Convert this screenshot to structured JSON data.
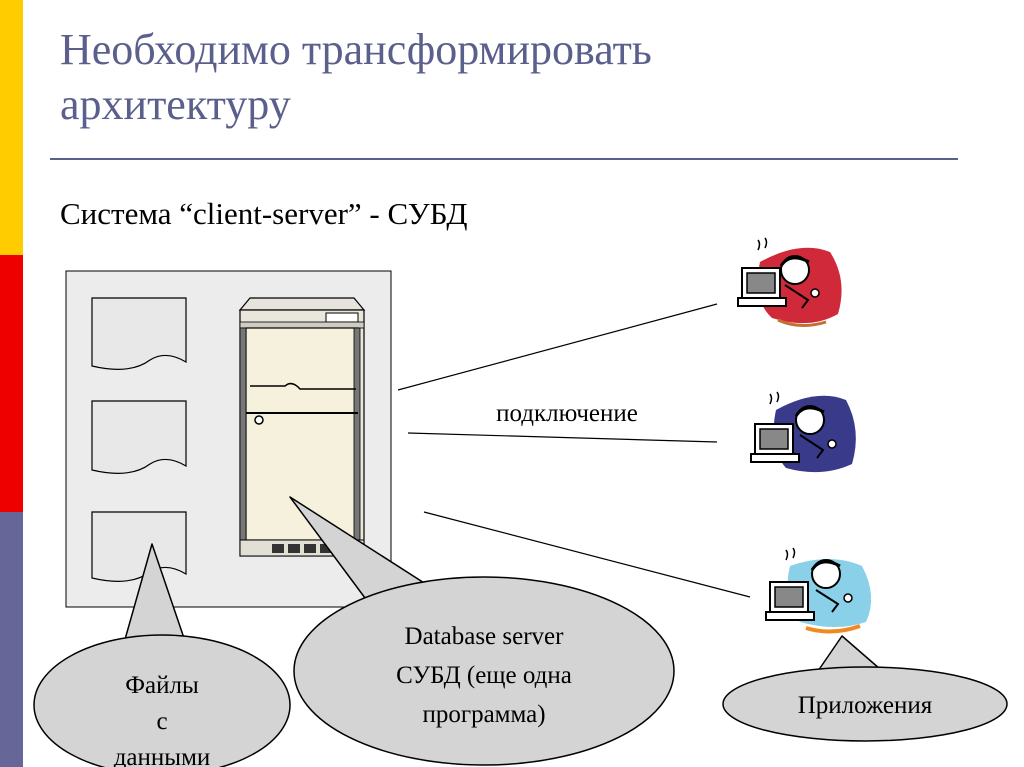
{
  "slide": {
    "title_line1": "Необходимо трансформировать",
    "title_line2": "архитектуру",
    "subtitle": "Система “client-server” - СУБД",
    "colors": {
      "title": "#5b5f8c",
      "bar_yellow": "#ffcc00",
      "bar_red": "#ee0000",
      "bar_blue": "#666699",
      "panel": "#ececec",
      "callout": "#d4d4d4"
    }
  },
  "diagram": {
    "connection_label": "подключение",
    "files_callout": [
      "Файлы",
      "с",
      "данными"
    ],
    "server_callout": [
      "Database server",
      "СУБД (еще одна",
      "программа)"
    ],
    "apps_callout": "Приложения"
  }
}
